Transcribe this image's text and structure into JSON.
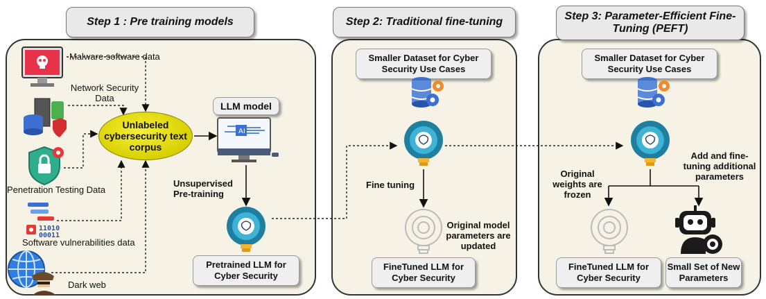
{
  "steps": {
    "step1": "Step 1 : Pre training models",
    "step2": "Step 2: Traditional fine-tuning",
    "step3": "Step 3: Parameter-Efficient Fine-Tuning (PEFT)"
  },
  "sources": {
    "malware": "Malware software data",
    "network": "Network Security Data",
    "pentest": "Penetration Testing Data",
    "software": "Software vulnerabilities data",
    "darkweb": "Dark web"
  },
  "corpus": "Unlabeled cybersecurity text corpus",
  "llm_model": "LLM model",
  "unsupervised": "Unsupervised Pre-training",
  "pretrained": "Pretrained LLM for Cyber Security",
  "dataset": "Smaller Dataset for Cyber Security Use Cases",
  "fine_tuning": "Fine tuning",
  "orig_updated": "Original model parameters are updated",
  "finetuned": "FineTuned LLM for Cyber Security",
  "frozen": "Original weights are frozen",
  "add_params": "Add and fine-tuning additional parameters",
  "small_set": "Small Set of New Parameters",
  "icons": [
    "malware-monitor-icon",
    "server-shield-icon",
    "security-lock-shield-icon",
    "code-vulnerability-icon",
    "globe-hacker-icon",
    "ai-monitor-icon",
    "brain-bulb-icon",
    "database-gears-icon",
    "outline-bulb-icon",
    "robot-gear-icon"
  ]
}
